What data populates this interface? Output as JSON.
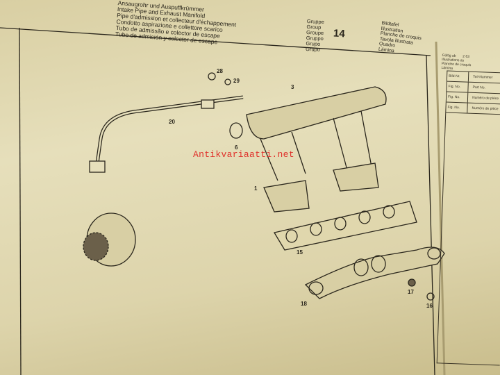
{
  "header": {
    "title_lines": [
      "Ansaugrohr und Auspuffkrümmer",
      "Intake Pipe and Exhaust Manifold",
      "Pipe d'admission et collecteur d'échappement",
      "Condotto aspirazione e collettore scarico",
      "Tubo de admissão e colector de escape",
      "Tubo de admisión y colector de escape"
    ],
    "group_labels": [
      "Gruppe",
      "Group",
      "Groupe",
      "Gruppo",
      "Grupo",
      "Grupo"
    ],
    "group_number": "14",
    "illustration_labels": [
      "Bildtafel",
      "Illustration",
      "Planche de croquis",
      "Tavola illustrata",
      "Quadro",
      "Lámina"
    ]
  },
  "right_page": {
    "validity_labels": [
      "Gültig ab",
      "Illustrations as",
      "Planche de croquis",
      "Lámina"
    ],
    "validity_value": "2 63",
    "table_rows": [
      {
        "col1": "Bild-Nr.",
        "col2": "Teil-Nummer"
      },
      {
        "col1": "Fig. No.",
        "col2": "Part No."
      },
      {
        "col1": "Fig. No.",
        "col2": "Numéro de pièce"
      },
      {
        "col1": "Fig. No.",
        "col2": "Numéro de pièce"
      }
    ]
  },
  "part_labels": [
    "28",
    "29",
    "3",
    "20",
    "6",
    "1",
    "15",
    "17",
    "18",
    "16"
  ],
  "watermark": "Antikvariaatti.net"
}
